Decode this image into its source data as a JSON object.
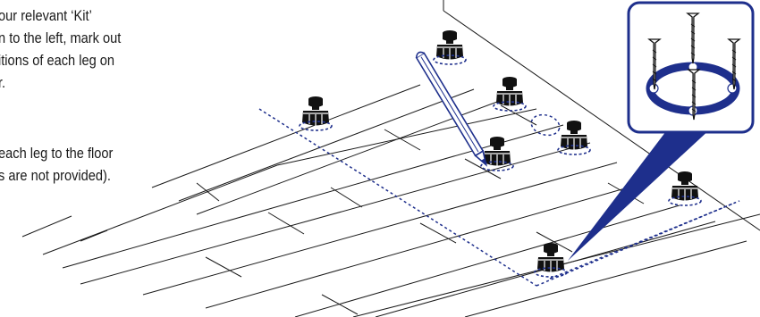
{
  "instructions": {
    "step_one_lines": [
      "our relevant ‘Kit’",
      "n to the left, mark out",
      "itions of each leg on",
      "r."
    ],
    "step_two_lines": [
      "each leg to the floor",
      "s are not provided)."
    ]
  },
  "colors": {
    "accent": "#1e2f8c",
    "ink": "#111111",
    "floor_lines": "#1a1a1a"
  },
  "icons": {
    "leg": "furniture-leg-icon",
    "pencil": "pencil-icon",
    "screw": "screw-icon",
    "bracket": "mounting-bracket-icon"
  }
}
